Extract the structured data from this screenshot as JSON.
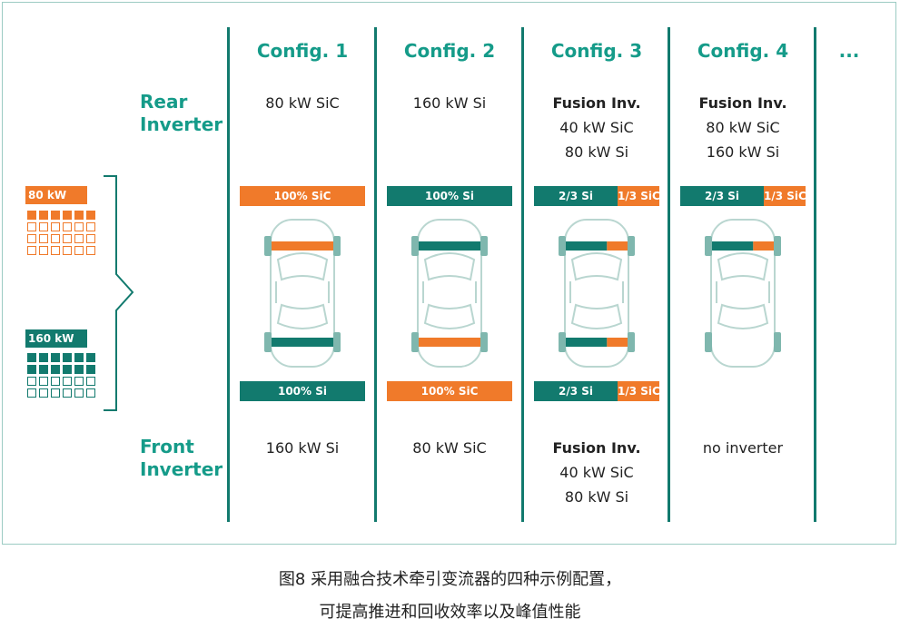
{
  "configs": [
    {
      "title": "Config. 1",
      "rear": [
        {
          "text": "80 kW SiC",
          "bold": false
        }
      ],
      "front": [
        {
          "text": "160 kW Si",
          "bold": false
        }
      ],
      "rear_bar": [
        {
          "label": "100% SiC",
          "frac": 1,
          "color": "orange"
        }
      ],
      "front_bar": [
        {
          "label": "100% Si",
          "frac": 1,
          "color": "teal"
        }
      ],
      "rear_axle": [
        {
          "frac": 1,
          "color": "orange"
        }
      ],
      "front_axle": [
        {
          "frac": 1,
          "color": "teal"
        }
      ]
    },
    {
      "title": "Config. 2",
      "rear": [
        {
          "text": "160 kW Si",
          "bold": false
        }
      ],
      "front": [
        {
          "text": "80 kW SiC",
          "bold": false
        }
      ],
      "rear_bar": [
        {
          "label": "100% Si",
          "frac": 1,
          "color": "teal"
        }
      ],
      "front_bar": [
        {
          "label": "100% SiC",
          "frac": 1,
          "color": "orange"
        }
      ],
      "rear_axle": [
        {
          "frac": 1,
          "color": "teal"
        }
      ],
      "front_axle": [
        {
          "frac": 1,
          "color": "orange"
        }
      ]
    },
    {
      "title": "Config. 3",
      "rear": [
        {
          "text": "Fusion Inv.",
          "bold": true
        },
        {
          "text": "40 kW SiC",
          "bold": false
        },
        {
          "text": "80 kW Si",
          "bold": false
        }
      ],
      "front": [
        {
          "text": "Fusion Inv.",
          "bold": true
        },
        {
          "text": "40 kW SiC",
          "bold": false
        },
        {
          "text": "80 kW Si",
          "bold": false
        }
      ],
      "rear_bar": [
        {
          "label": "2/3 Si",
          "frac": 0.6667,
          "color": "teal"
        },
        {
          "label": "1/3 SiC",
          "frac": 0.3333,
          "color": "orange"
        }
      ],
      "front_bar": [
        {
          "label": "2/3 Si",
          "frac": 0.6667,
          "color": "teal"
        },
        {
          "label": "1/3 SiC",
          "frac": 0.3333,
          "color": "orange"
        }
      ],
      "rear_axle": [
        {
          "frac": 0.6667,
          "color": "teal"
        },
        {
          "frac": 0.3333,
          "color": "orange"
        }
      ],
      "front_axle": [
        {
          "frac": 0.6667,
          "color": "teal"
        },
        {
          "frac": 0.3333,
          "color": "orange"
        }
      ]
    },
    {
      "title": "Config. 4",
      "rear": [
        {
          "text": "Fusion Inv.",
          "bold": true
        },
        {
          "text": "80 kW SiC",
          "bold": false
        },
        {
          "text": "160 kW Si",
          "bold": false
        }
      ],
      "front": [
        {
          "text": "no inverter",
          "bold": false
        }
      ],
      "rear_bar": [
        {
          "label": "2/3 Si",
          "frac": 0.6667,
          "color": "teal"
        },
        {
          "label": "1/3 SiC",
          "frac": 0.3333,
          "color": "orange"
        }
      ],
      "front_bar": [],
      "rear_axle": [
        {
          "frac": 0.6667,
          "color": "teal"
        },
        {
          "frac": 0.3333,
          "color": "orange"
        }
      ],
      "front_axle": []
    }
  ],
  "more": "...",
  "rear_label": [
    "Rear",
    "Inverter"
  ],
  "front_label": [
    "Front",
    "Inverter"
  ],
  "legend": {
    "sic": {
      "label": "80 kW SiC",
      "filled_rows": 1,
      "total_rows": 4
    },
    "si": {
      "label": "160 kW Si",
      "filled_rows": 2,
      "total_rows": 4
    }
  },
  "caption": [
    "图8 采用融合技术牵引变流器的四种示例配置，",
    "可提高推进和回收效率以及峰值性能"
  ],
  "colors": {
    "teal": "#127a6e",
    "orange": "#f07a2a",
    "title": "#159b89",
    "car_outline": "#b9d6d0"
  }
}
